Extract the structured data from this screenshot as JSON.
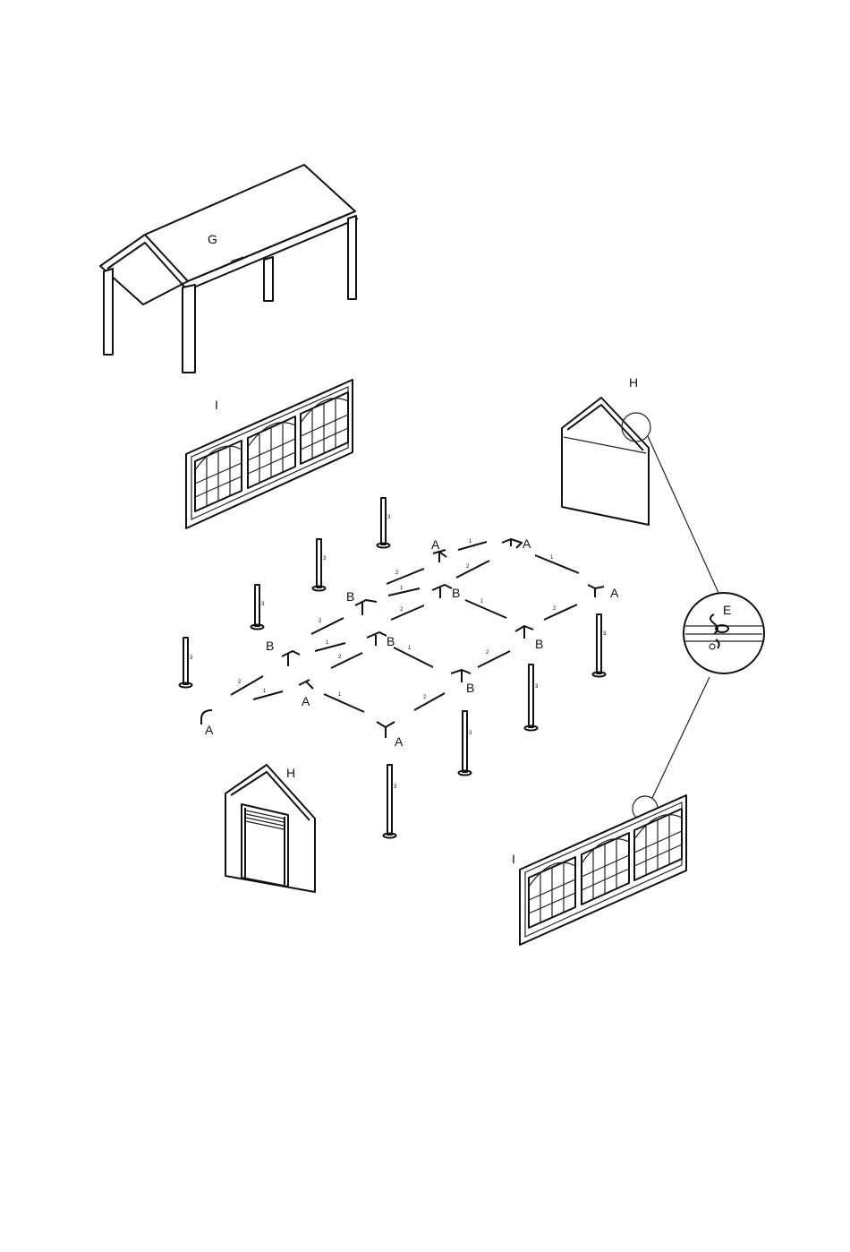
{
  "labels": {
    "canopy": "G",
    "end_wall_top": "H",
    "end_wall_door": "H",
    "side_wall_top": "I",
    "side_wall_bottom": "I",
    "fastener": "E",
    "corner_connector": "A",
    "center_connector": "B"
  },
  "part_numbers": {
    "leg": "3",
    "side_pole": "1",
    "rafter_pole": "2"
  }
}
